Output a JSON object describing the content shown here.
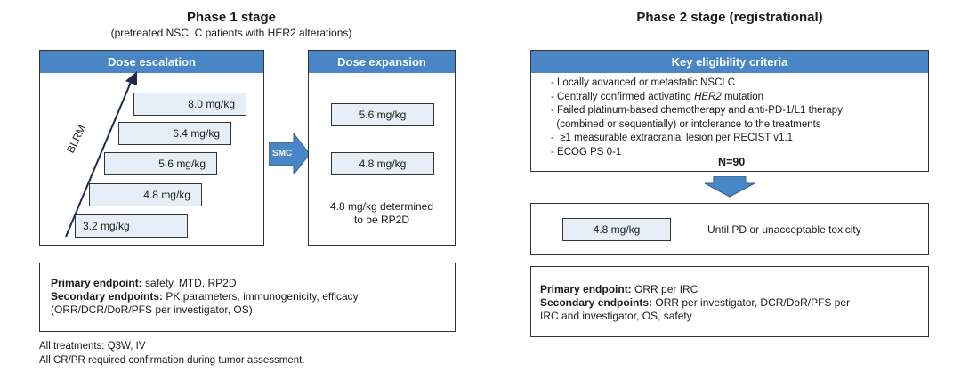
{
  "phase1": {
    "title": "Phase 1 stage",
    "subtitle": "(pretreated NSCLC patients with HER2 alterations)",
    "escalation": {
      "header": "Dose escalation",
      "axis_label": "BLRM",
      "doses": [
        "8.0 mg/kg",
        "6.4 mg/kg",
        "5.6 mg/kg",
        "4.8 mg/kg",
        "3.2 mg/kg"
      ]
    },
    "transition_label": "SMC",
    "expansion": {
      "header": "Dose expansion",
      "doses": [
        "5.6 mg/kg",
        "4.8 mg/kg"
      ],
      "note_line1": "4.8 mg/kg determined",
      "note_line2": "to be RP2D"
    },
    "endpoints": {
      "primary_label": "Primary endpoint:",
      "primary_text": " safety, MTD, RP2D",
      "secondary_label": "Secondary endpoints:",
      "secondary_text": " PK parameters, immunogenicity, efficacy",
      "secondary_text2": "(ORR/DCR/DoR/PFS per investigator, OS)"
    },
    "footnotes": [
      "All treatments: Q3W, IV",
      "All CR/PR required confirmation during tumor assessment."
    ]
  },
  "phase2": {
    "title": "Phase 2 stage (registrational)",
    "criteria": {
      "header": "Key eligibility criteria",
      "line1": "- Locally advanced or metastatic NSCLC",
      "line2_pre": "- Centrally confirmed activating ",
      "line2_em": "HER2",
      "line2_post": " mutation",
      "line3": "- Failed platinum-based chemotherapy and anti-PD-1/L1 therapy",
      "line4": "  (combined or sequentially) or intolerance to the treatments",
      "line5": "-  ≥1 measurable extracranial lesion per RECIST v1.1",
      "line6": "- ECOG PS 0-1",
      "n": "N=90"
    },
    "treatment": {
      "dose": "4.8 mg/kg",
      "text": "Until PD or unacceptable toxicity"
    },
    "endpoints": {
      "primary_label": "Primary endpoint:",
      "primary_text": " ORR per IRC",
      "secondary_label": "Secondary endpoints:",
      "secondary_text": " ORR per investigator, DCR/DoR/PFS per",
      "secondary_text2": "IRC and investigator, OS, safety"
    }
  },
  "colors": {
    "accent": "#4a86c5",
    "dose_fill": "#e6eef7",
    "arrow": "#1f2a4d"
  }
}
